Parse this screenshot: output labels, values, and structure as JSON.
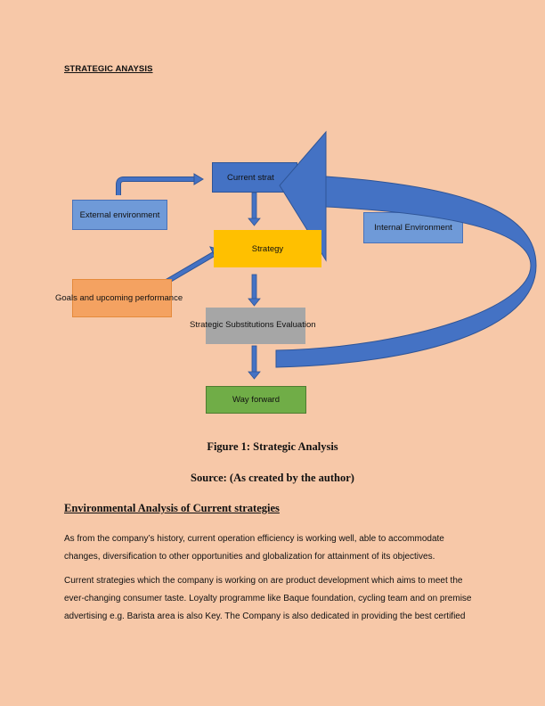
{
  "heading": "STRATEGIC ANAYSIS",
  "diagram": {
    "current_strategy": "Current strat",
    "external_environment": "External environment",
    "internal_environment": "Internal Environment",
    "strategy": "Strategy",
    "goals": "Goals and upcoming performance",
    "substitutions": "Strategic Substitutions Evaluation",
    "way_forward": "Way forward",
    "colors": {
      "current": "#4472c4",
      "environment": "#6f9ad8",
      "strategy": "#ffc000",
      "goals": "#f4a261",
      "substitutions": "#a6a6a6",
      "way_forward": "#70ad47",
      "arrow": "#4472c4"
    }
  },
  "figure_caption": "Figure 1: Strategic Analysis",
  "source_caption": "Source: (As created by the author)",
  "section_title": "Environmental Analysis of Current strategies",
  "paragraphs": [
    {
      "lines": [
        "As from the company’s history, current operation efficiency is working well, able to accommodate",
        "changes, diversification to other opportunities and globalization for attainment of its objectives."
      ]
    },
    {
      "lines": [
        "Current strategies which the company is working on are product development which aims to meet the",
        "ever-changing consumer taste. Loyalty programme like Baque foundation, cycling team and on premise",
        "advertising e.g. Barista area is also Key. The Company is also dedicated in providing the best certified"
      ]
    }
  ]
}
